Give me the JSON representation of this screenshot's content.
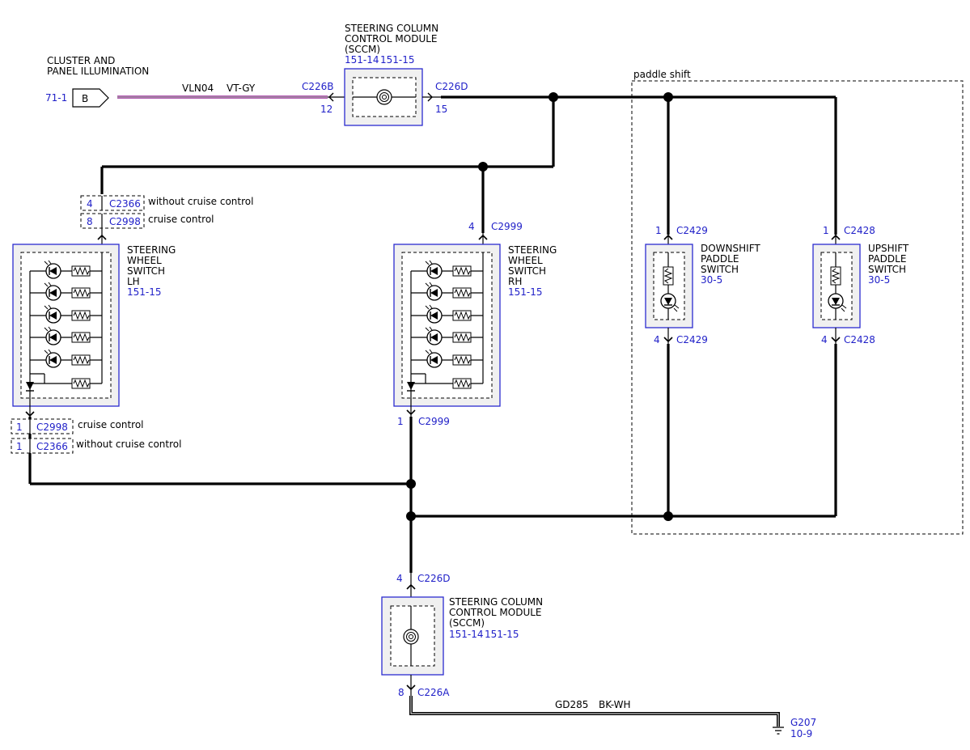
{
  "cluster": {
    "ref": "71-1",
    "pin": "B",
    "title_l1": "CLUSTER AND",
    "title_l2": "PANEL ILLUMINATION"
  },
  "wire_top": {
    "circuit": "VLN04",
    "color": "VT-GY"
  },
  "sccm_top": {
    "title_l1": "STEERING COLUMN",
    "title_l2": "CONTROL MODULE",
    "title_l3": "(SCCM)",
    "ref1": "151-14",
    "ref2": "151-15",
    "left_connector": "C226B",
    "left_pin": "12",
    "right_connector": "C226D",
    "right_pin": "15"
  },
  "paddle_shift": {
    "label": "paddle shift"
  },
  "variants": {
    "top_a": {
      "pin": "4",
      "connector": "C2366",
      "note": "without cruise control"
    },
    "top_b": {
      "pin": "8",
      "connector": "C2998",
      "note": "cruise control"
    },
    "bot_a": {
      "pin": "1",
      "connector": "C2998",
      "note": "cruise control"
    },
    "bot_b": {
      "pin": "1",
      "connector": "C2366",
      "note": "without cruise control"
    }
  },
  "sw_lh": {
    "l1": "STEERING",
    "l2": "WHEEL",
    "l3": "SWITCH",
    "l4": "LH",
    "ref": "151-15"
  },
  "sw_rh": {
    "l1": "STEERING",
    "l2": "WHEEL",
    "l3": "SWITCH",
    "l4": "RH",
    "ref": "151-15",
    "top_pin": "4",
    "top_connector": "C2999",
    "bot_pin": "1",
    "bot_connector": "C2999"
  },
  "downshift": {
    "l1": "DOWNSHIFT",
    "l2": "PADDLE",
    "l3": "SWITCH",
    "ref": "30-5",
    "top_pin": "1",
    "top_connector": "C2429",
    "bot_pin": "4",
    "bot_connector": "C2429"
  },
  "upshift": {
    "l1": "UPSHIFT",
    "l2": "PADDLE",
    "l3": "SWITCH",
    "ref": "30-5",
    "top_pin": "1",
    "top_connector": "C2428",
    "bot_pin": "4",
    "bot_connector": "C2428"
  },
  "sccm_bottom": {
    "title_l1": "STEERING COLUMN",
    "title_l2": "CONTROL MODULE",
    "title_l3": "(SCCM)",
    "ref1": "151-14",
    "ref2": "151-15",
    "top_pin": "4",
    "top_connector": "C226D",
    "bot_pin": "8",
    "bot_connector": "C226A"
  },
  "wire_ground": {
    "circuit": "GD285",
    "color": "BK-WH"
  },
  "ground": {
    "name": "G207",
    "ref": "10-9"
  },
  "colors": {
    "reference_text": "#1f1fc8",
    "module_border": "#2b2bd0",
    "module_fill": "#f0f0f0",
    "wire_violet": "#b25ab2"
  }
}
